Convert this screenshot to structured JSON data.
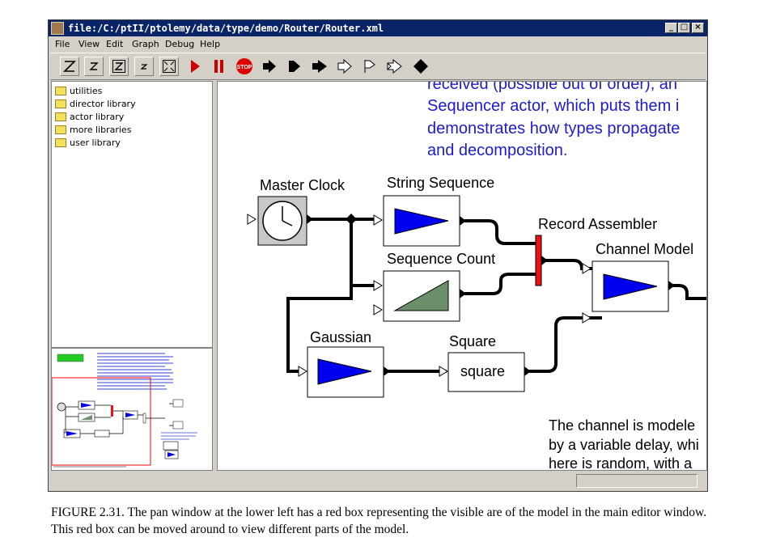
{
  "window": {
    "title": "file:/C:/ptII/ptolemy/data/type/demo/Router/Router.xml",
    "controls": {
      "minimize": "_",
      "maximize": "□",
      "close": "×"
    }
  },
  "menu": [
    "File",
    "View",
    "Edit",
    "Graph",
    "Debug",
    "Help"
  ],
  "toolbar": {
    "icons": [
      "zoom-in",
      "zoom-reset",
      "zoom-fit",
      "zoom-out",
      "full-screen",
      "run",
      "pause",
      "stop",
      "step-forward",
      "arrow-right",
      "arrow-right-thick",
      "arrow-outline",
      "flag-outline",
      "arrow-outline-left",
      "diamond"
    ],
    "stop_label": "STOP"
  },
  "library_tree": {
    "items": [
      "utilities",
      "director library",
      "actor library",
      "more libraries",
      "user library"
    ]
  },
  "canvas": {
    "description_lines": [
      "received (possible out of order), an",
      "Sequencer actor, which puts them i",
      "demonstrates how types propagate",
      "and decomposition."
    ],
    "actors": {
      "master_clock": "Master Clock",
      "string_sequence": "String Sequence",
      "sequence_count": "Sequence Count",
      "record_assembler": "Record Assembler",
      "channel_model": "Channel Model",
      "gaussian": "Gaussian",
      "square": "Square",
      "square_expression": "square"
    },
    "channel_note_lines": [
      "The channel is modele",
      "by a variable delay, whi",
      "here is random, with a"
    ]
  },
  "caption": "FIGURE 2.31.  The pan window at the lower left has a red box representing the visible are of the model in the main editor window. This red box can be moved around to view different parts of the model.",
  "colors": {
    "title_bar": "#0a246a",
    "actor_blue": "#0000ee",
    "pan_box": "#ff0000",
    "assembler_red": "#ee1111",
    "ramp_green": "#6a8f6a"
  }
}
